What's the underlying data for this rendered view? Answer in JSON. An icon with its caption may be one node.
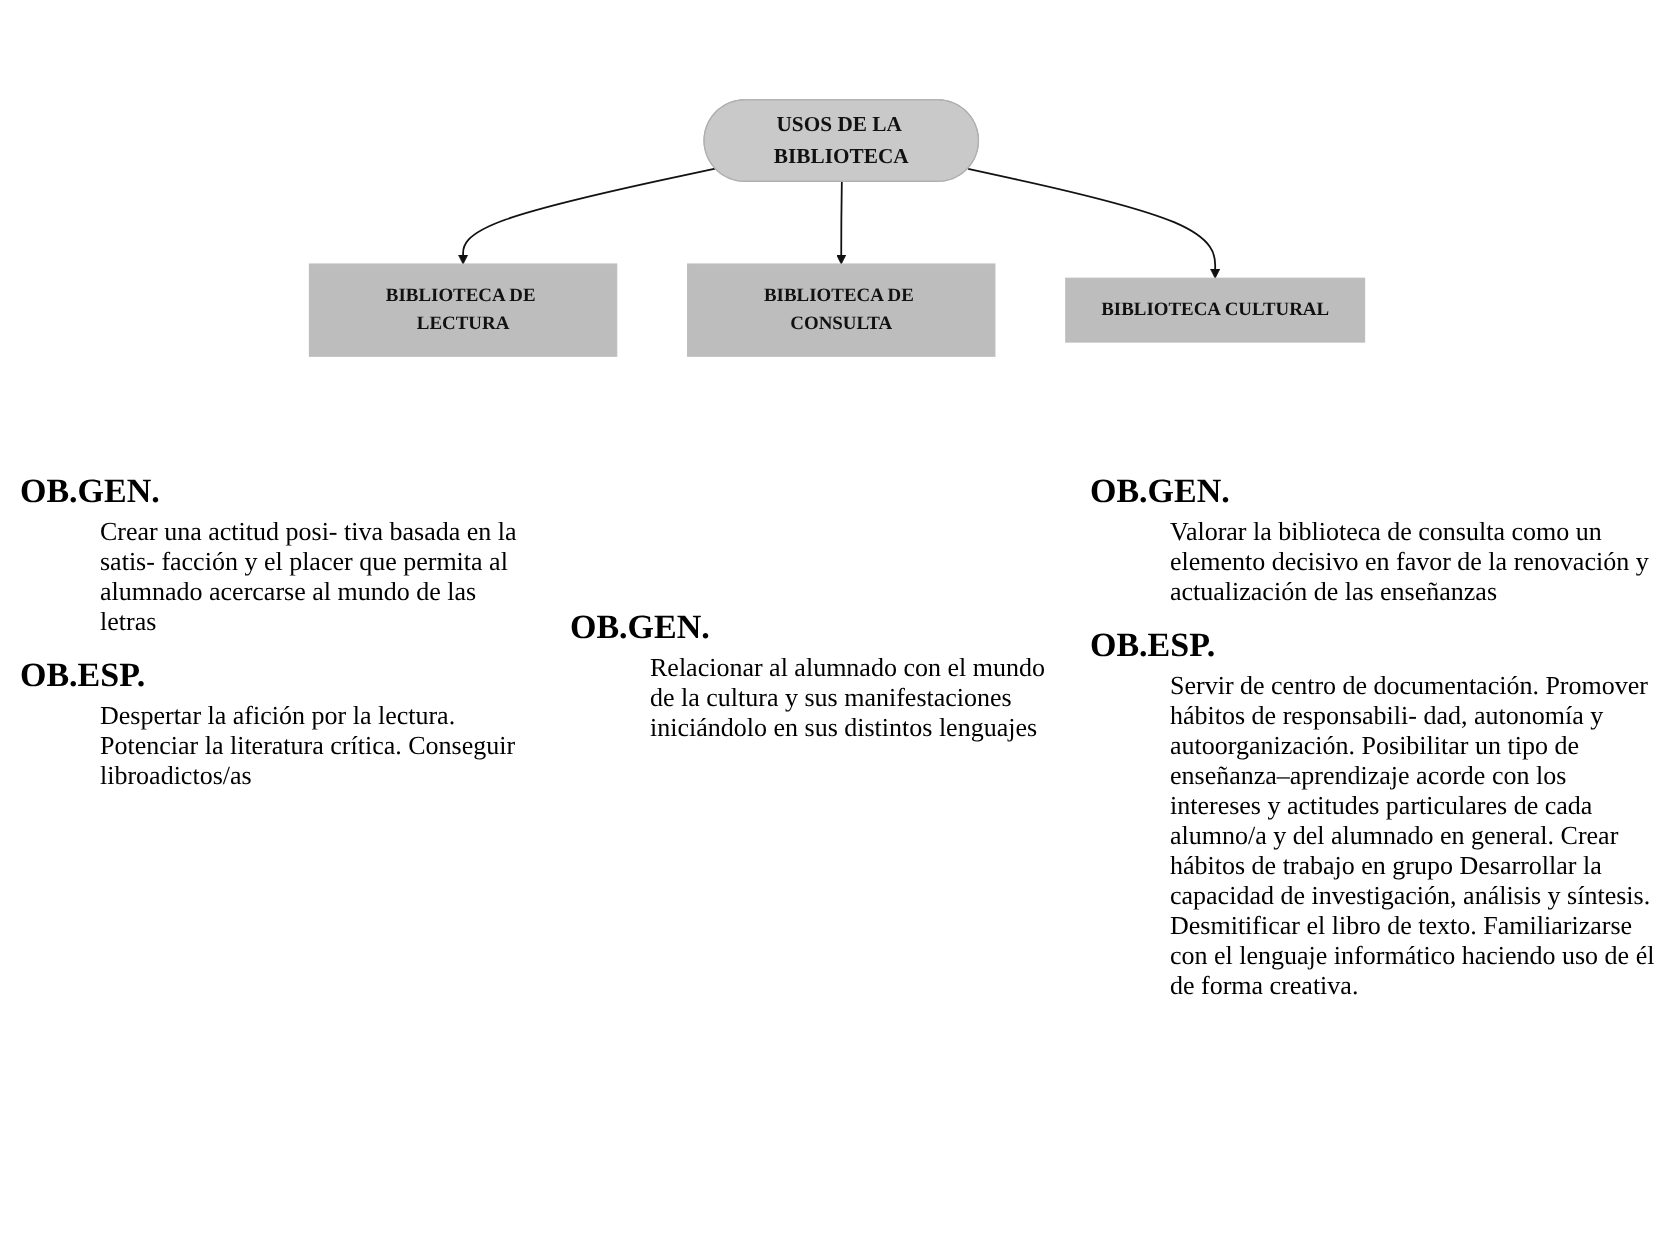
{
  "diagram": {
    "nodes": [
      {
        "text": [
          "USOS DE LA BIBLIOTECA"
        ]
      },
      {
        "text": [
          "BIBLIOTECA DE LECTURA"
        ]
      },
      {
        "text": [
          "BIBLIOTECA DE CONSULTA"
        ]
      },
      {
        "text": [
          "BIBLIOTECA CULTURAL"
        ]
      }
    ],
    "edges": [
      {
        "from": 0,
        "to": 1,
        "arrow": "to"
      },
      {
        "from": 0,
        "to": 2,
        "arrow": "to"
      },
      {
        "from": 0,
        "to": 3,
        "arrow": "to"
      }
    ],
    "labels": [
      "OB.GEN.",
      "Crear una actitud posi- tiva basada en la satis- facción y el placer que permita al alumnado acercarse al mundo de las letras",
      "OB.GEN.",
      "Valorar la biblioteca de consulta como un elemento decisivo en favor de la renovación y actualización de las enseñanzas",
      "OB.ESP.",
      "Despertar la afición por la lectura. Potenciar la literatura crítica. Conseguir libroadictos/as",
      "OB.ESP.",
      "Servir de centro de documentación. Promover hábitos de responsabili- dad, autonomía y autoorganización. Posibilitar un tipo de enseñanza–aprendizaje acorde con los intereses y actitudes particulares de cada alumno/a y del alumnado en general. Crear hábitos de trabajo en grupo Desarrollar la capacidad de investigación, análisis y síntesis. Desmitificar el libro de texto. Familiarizarse con el lenguaje informático haciendo uso de él de forma creativa.",
      "OB.GEN.",
      "Relacionar al alumnado con el mundo de la cultura y sus manifestaciones iniciándolo en sus distintos lenguajes"
    ]
  }
}
